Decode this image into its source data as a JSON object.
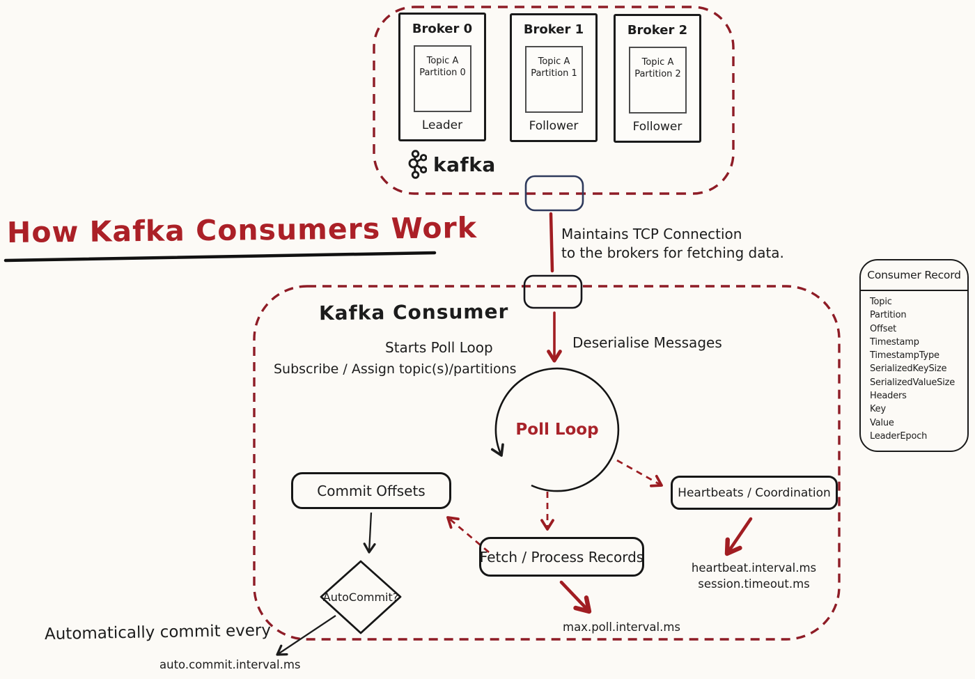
{
  "title": "How Kafka Consumers Work",
  "cluster": {
    "logo_text": "kafka",
    "brokers": [
      {
        "name": "Broker 0",
        "topic": "Topic A",
        "partition": "Partition 0",
        "role": "Leader"
      },
      {
        "name": "Broker 1",
        "topic": "Topic A",
        "partition": "Partition 1",
        "role": "Follower"
      },
      {
        "name": "Broker 2",
        "topic": "Topic A",
        "partition": "Partition 2",
        "role": "Follower"
      }
    ]
  },
  "connection": {
    "line1": "Maintains TCP Connection",
    "line2": "to the brokers for fetching data."
  },
  "consumer": {
    "title": "Kafka Consumer",
    "poll_loop_caption": "Starts Poll Loop",
    "subscribe_caption": "Subscribe / Assign topic(s)/partitions",
    "deserialise_caption": "Deserialise Messages",
    "poll_loop_label": "Poll Loop",
    "commit_offsets_label": "Commit Offsets",
    "fetch_process_label": "Fetch / Process Records",
    "heartbeats_label": "Heartbeats / Coordination",
    "autocommit_label": "AutoCommit?"
  },
  "configs": {
    "heartbeat_interval": "heartbeat.interval.ms",
    "session_timeout": "session.timeout.ms",
    "max_poll_interval": "max.poll.interval.ms",
    "auto_commit_caption": "Automatically commit every",
    "auto_commit_interval": "auto.commit.interval.ms"
  },
  "consumer_record": {
    "title": "Consumer Record",
    "fields": [
      "Topic",
      "Partition",
      "Offset",
      "Timestamp",
      "TimestampType",
      "SerializedKeySize",
      "SerializedValueSize",
      "Headers",
      "Key",
      "Value",
      "LeaderEpoch"
    ]
  },
  "colors": {
    "accent_red": "#a8232a",
    "dark_red": "#8e1c26",
    "ink": "#1c1c1c",
    "navy": "#2e3a5c",
    "background": "#fcfaf6"
  }
}
